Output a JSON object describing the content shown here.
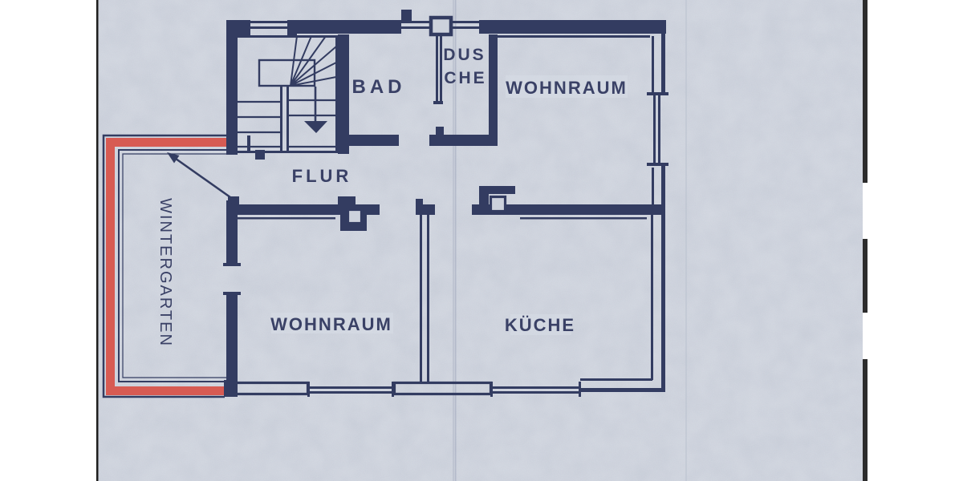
{
  "floorplan": {
    "labels": {
      "wintergarten": "WINTERGARTEN",
      "flur": "FLUR",
      "bad": "BAD",
      "dusche_line1": "DUS",
      "dusche_line2": "CHE",
      "wohnraum_top": "WOHNRAUM",
      "wohnraum_bottom": "WOHNRAUM",
      "kueche": "KÜCHE"
    },
    "colors": {
      "wall": "#333c61",
      "red": "#d75b53",
      "paper": "#cdd2dc",
      "ink": "#3a4166"
    }
  }
}
